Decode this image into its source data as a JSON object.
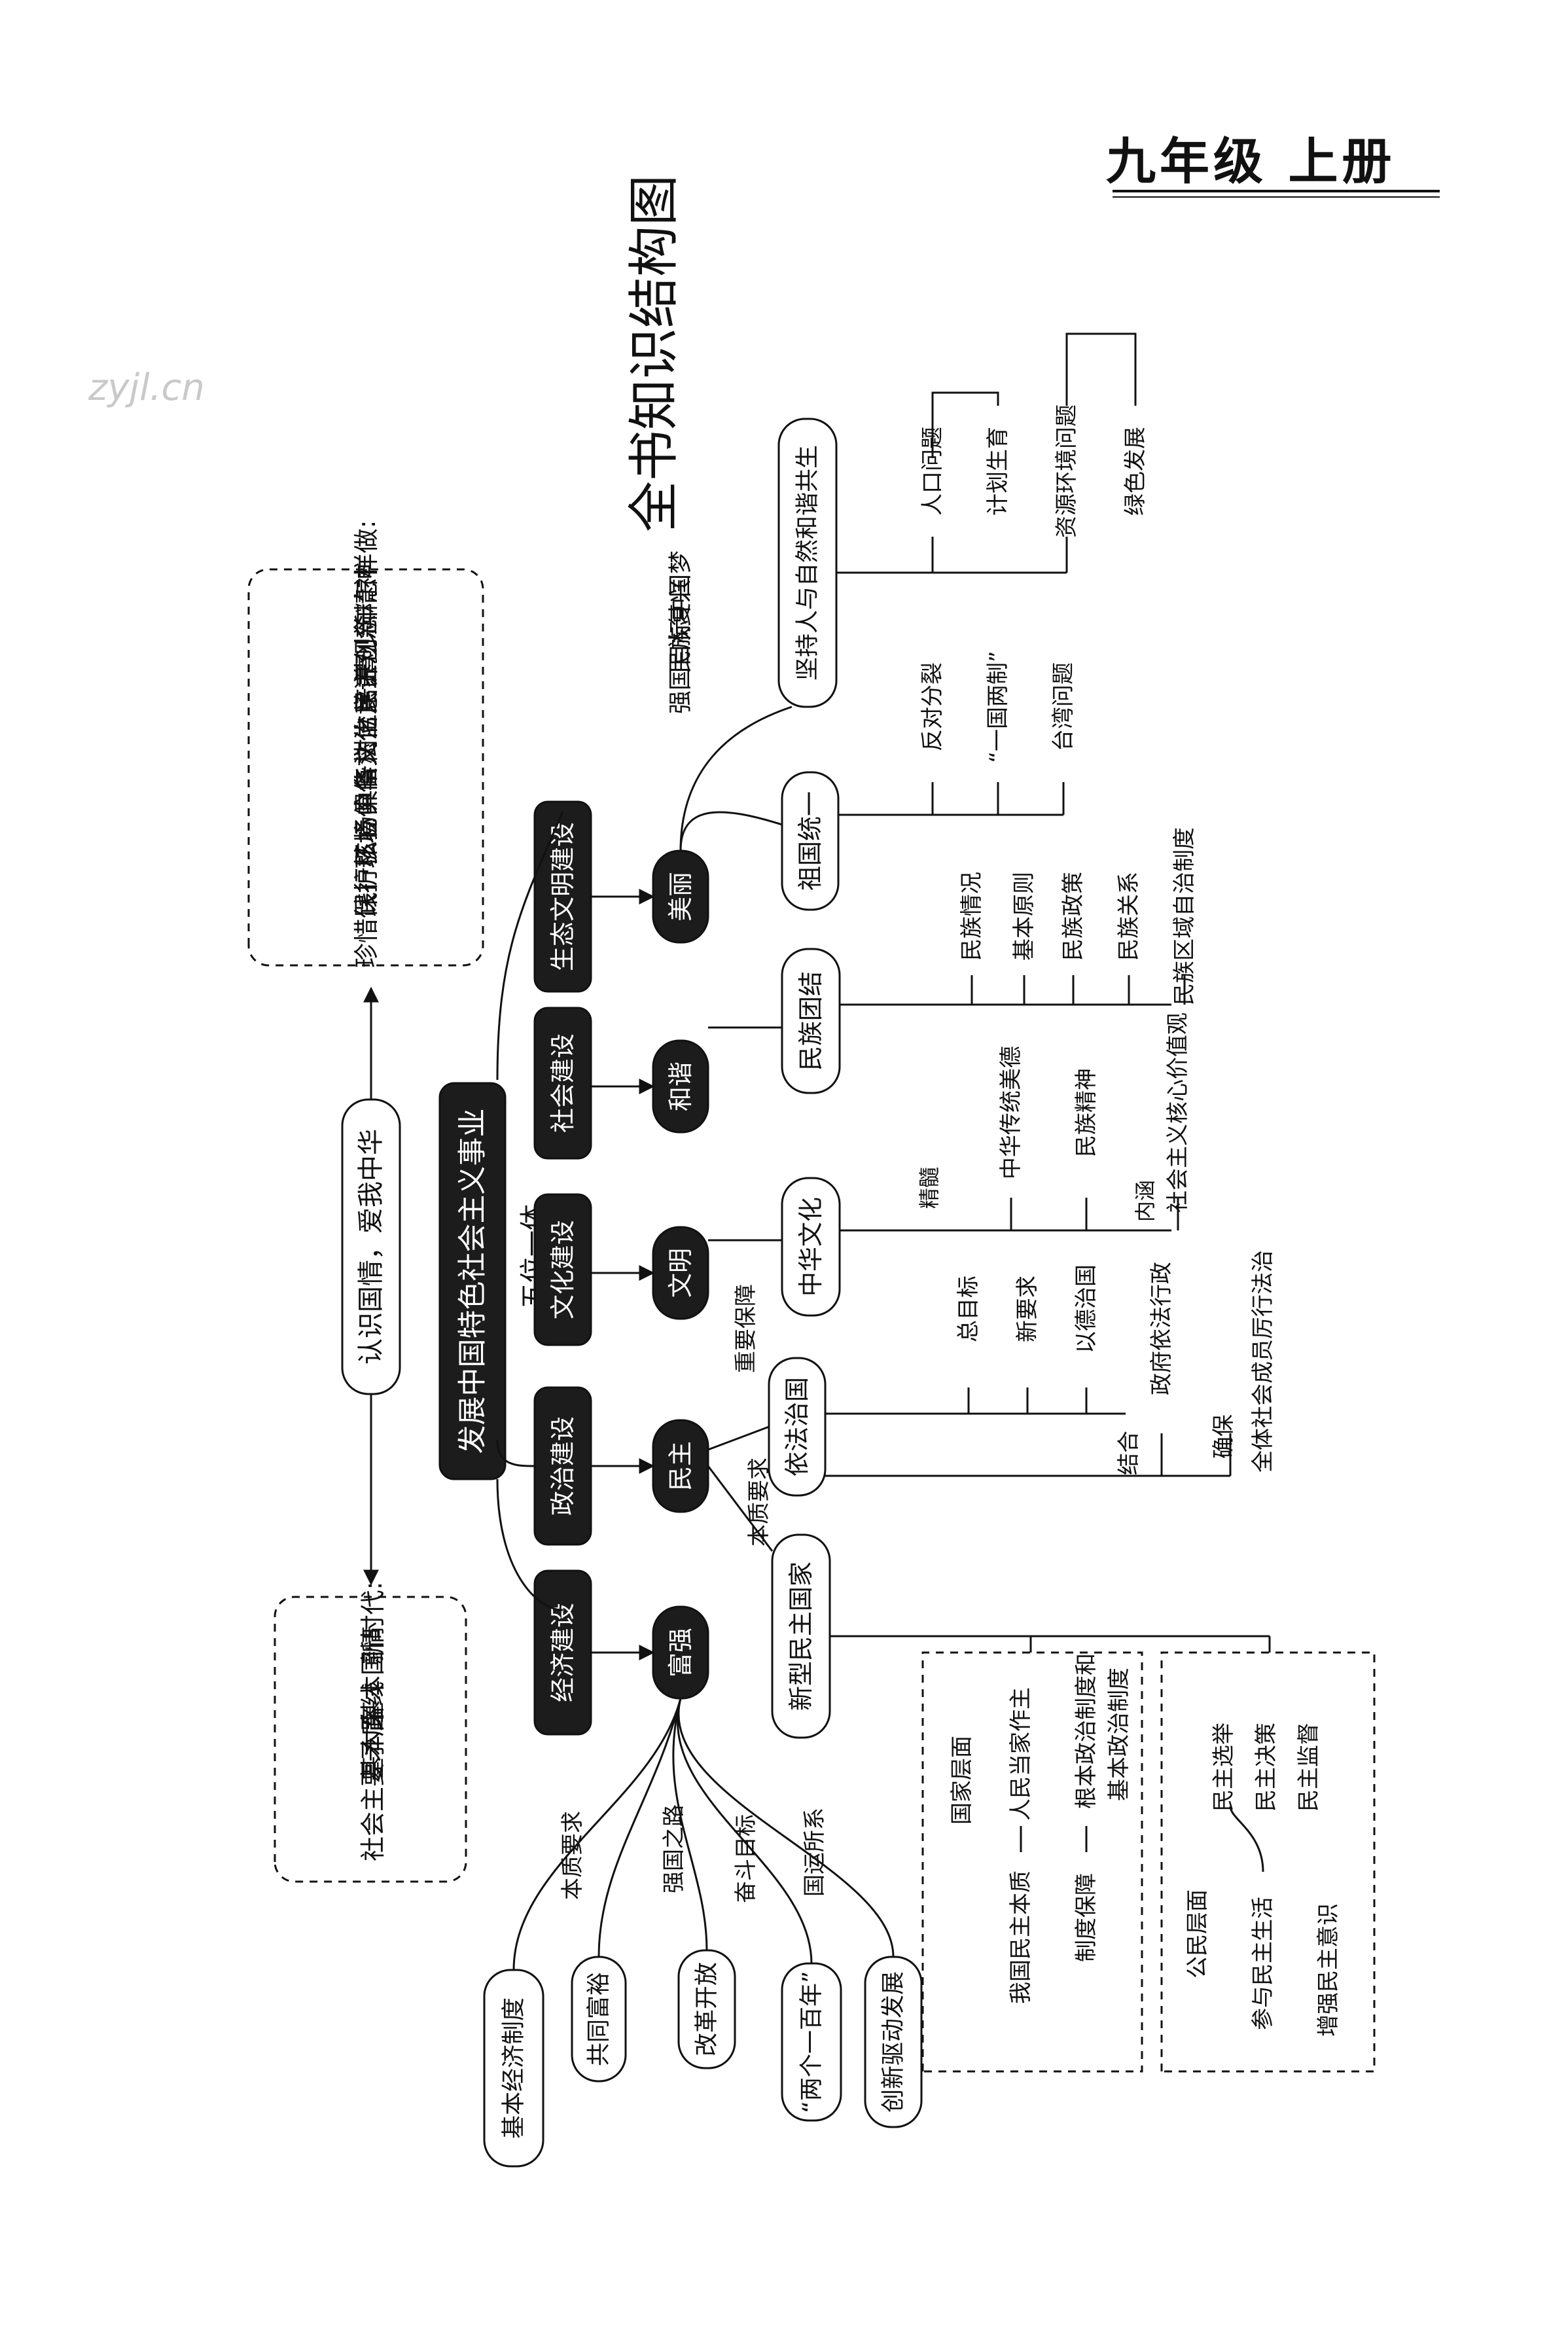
{
  "header": {
    "title": "九年级   上册"
  },
  "watermark": "zyjl.cn",
  "diagram": {
    "title": "全书知识结构图",
    "center": "发展中国特色社会主义事业",
    "five_in_one": "五位一体",
    "know_country": "认识国情，爱我中华",
    "new_era": {
      "heading": "新时代:",
      "items": [
        "基本国情",
        "基本路线",
        "社会主要矛盾"
      ]
    },
    "youth": {
      "heading": "青少年怎样做:",
      "items": [
        "培养创新精神",
        "树立民主观念",
        "具备法治意识",
        "弘扬中华文化",
        "践行核心价值",
        "珍惜保护环境"
      ]
    },
    "dream": [
      "中国梦",
      "民族复兴",
      "强国目标"
    ],
    "constructions": [
      "经济建设",
      "政治建设",
      "文化建设",
      "社会建设",
      "生态文明建设"
    ],
    "goals": [
      "富强",
      "民主",
      "文明",
      "和谐",
      "美丽"
    ],
    "economy": {
      "leaves": [
        "基本经济制度",
        "共同富裕",
        "改革开放",
        "“两个一百年”",
        "创新驱动发展"
      ],
      "edges": [
        "本质要求",
        "强国之路",
        "奋斗目标",
        "国运所系"
      ]
    },
    "democracy": {
      "nodes": [
        "新型民主国家",
        "依法治国"
      ],
      "edges": [
        "本质要求",
        "重要保障"
      ],
      "rule_of_law": [
        "总目标",
        "新要求",
        "以德治国"
      ],
      "combine": "结合",
      "ensure": "确保",
      "ensure_items": [
        "政府依法行政",
        "全体社会成员厉行法治"
      ],
      "national": {
        "heading": "国家层面",
        "row1_a": "我国民主本质",
        "row1_b": "人民当家作主",
        "row2_a": "制度保障",
        "row2_b": "根本政治制度和基本政治制度"
      },
      "citizen": {
        "heading": "公民层面",
        "participate": "参与民主生活",
        "items": [
          "民主选举",
          "民主决策",
          "民主监督"
        ],
        "enhance": "增强民主意识"
      }
    },
    "culture": {
      "node": "中华文化",
      "essence": "精髓",
      "connotation": "内涵",
      "items": [
        "中华传统美德",
        "民族精神",
        "社会主义核心价值观"
      ]
    },
    "harmony": {
      "node": "民族团结",
      "items": [
        "民族情况",
        "基本原则",
        "民族政策",
        "民族关系",
        "民族区域自治制度"
      ]
    },
    "beauty": {
      "unify": {
        "node": "祖国统一",
        "items": [
          "反对分裂",
          "“一国两制”",
          "台湾问题"
        ]
      },
      "nature": {
        "node": "坚持人与自然和谐共生",
        "items": [
          "人口问题",
          "计划生育",
          "资源环境问题",
          "绿色发展"
        ]
      }
    }
  }
}
